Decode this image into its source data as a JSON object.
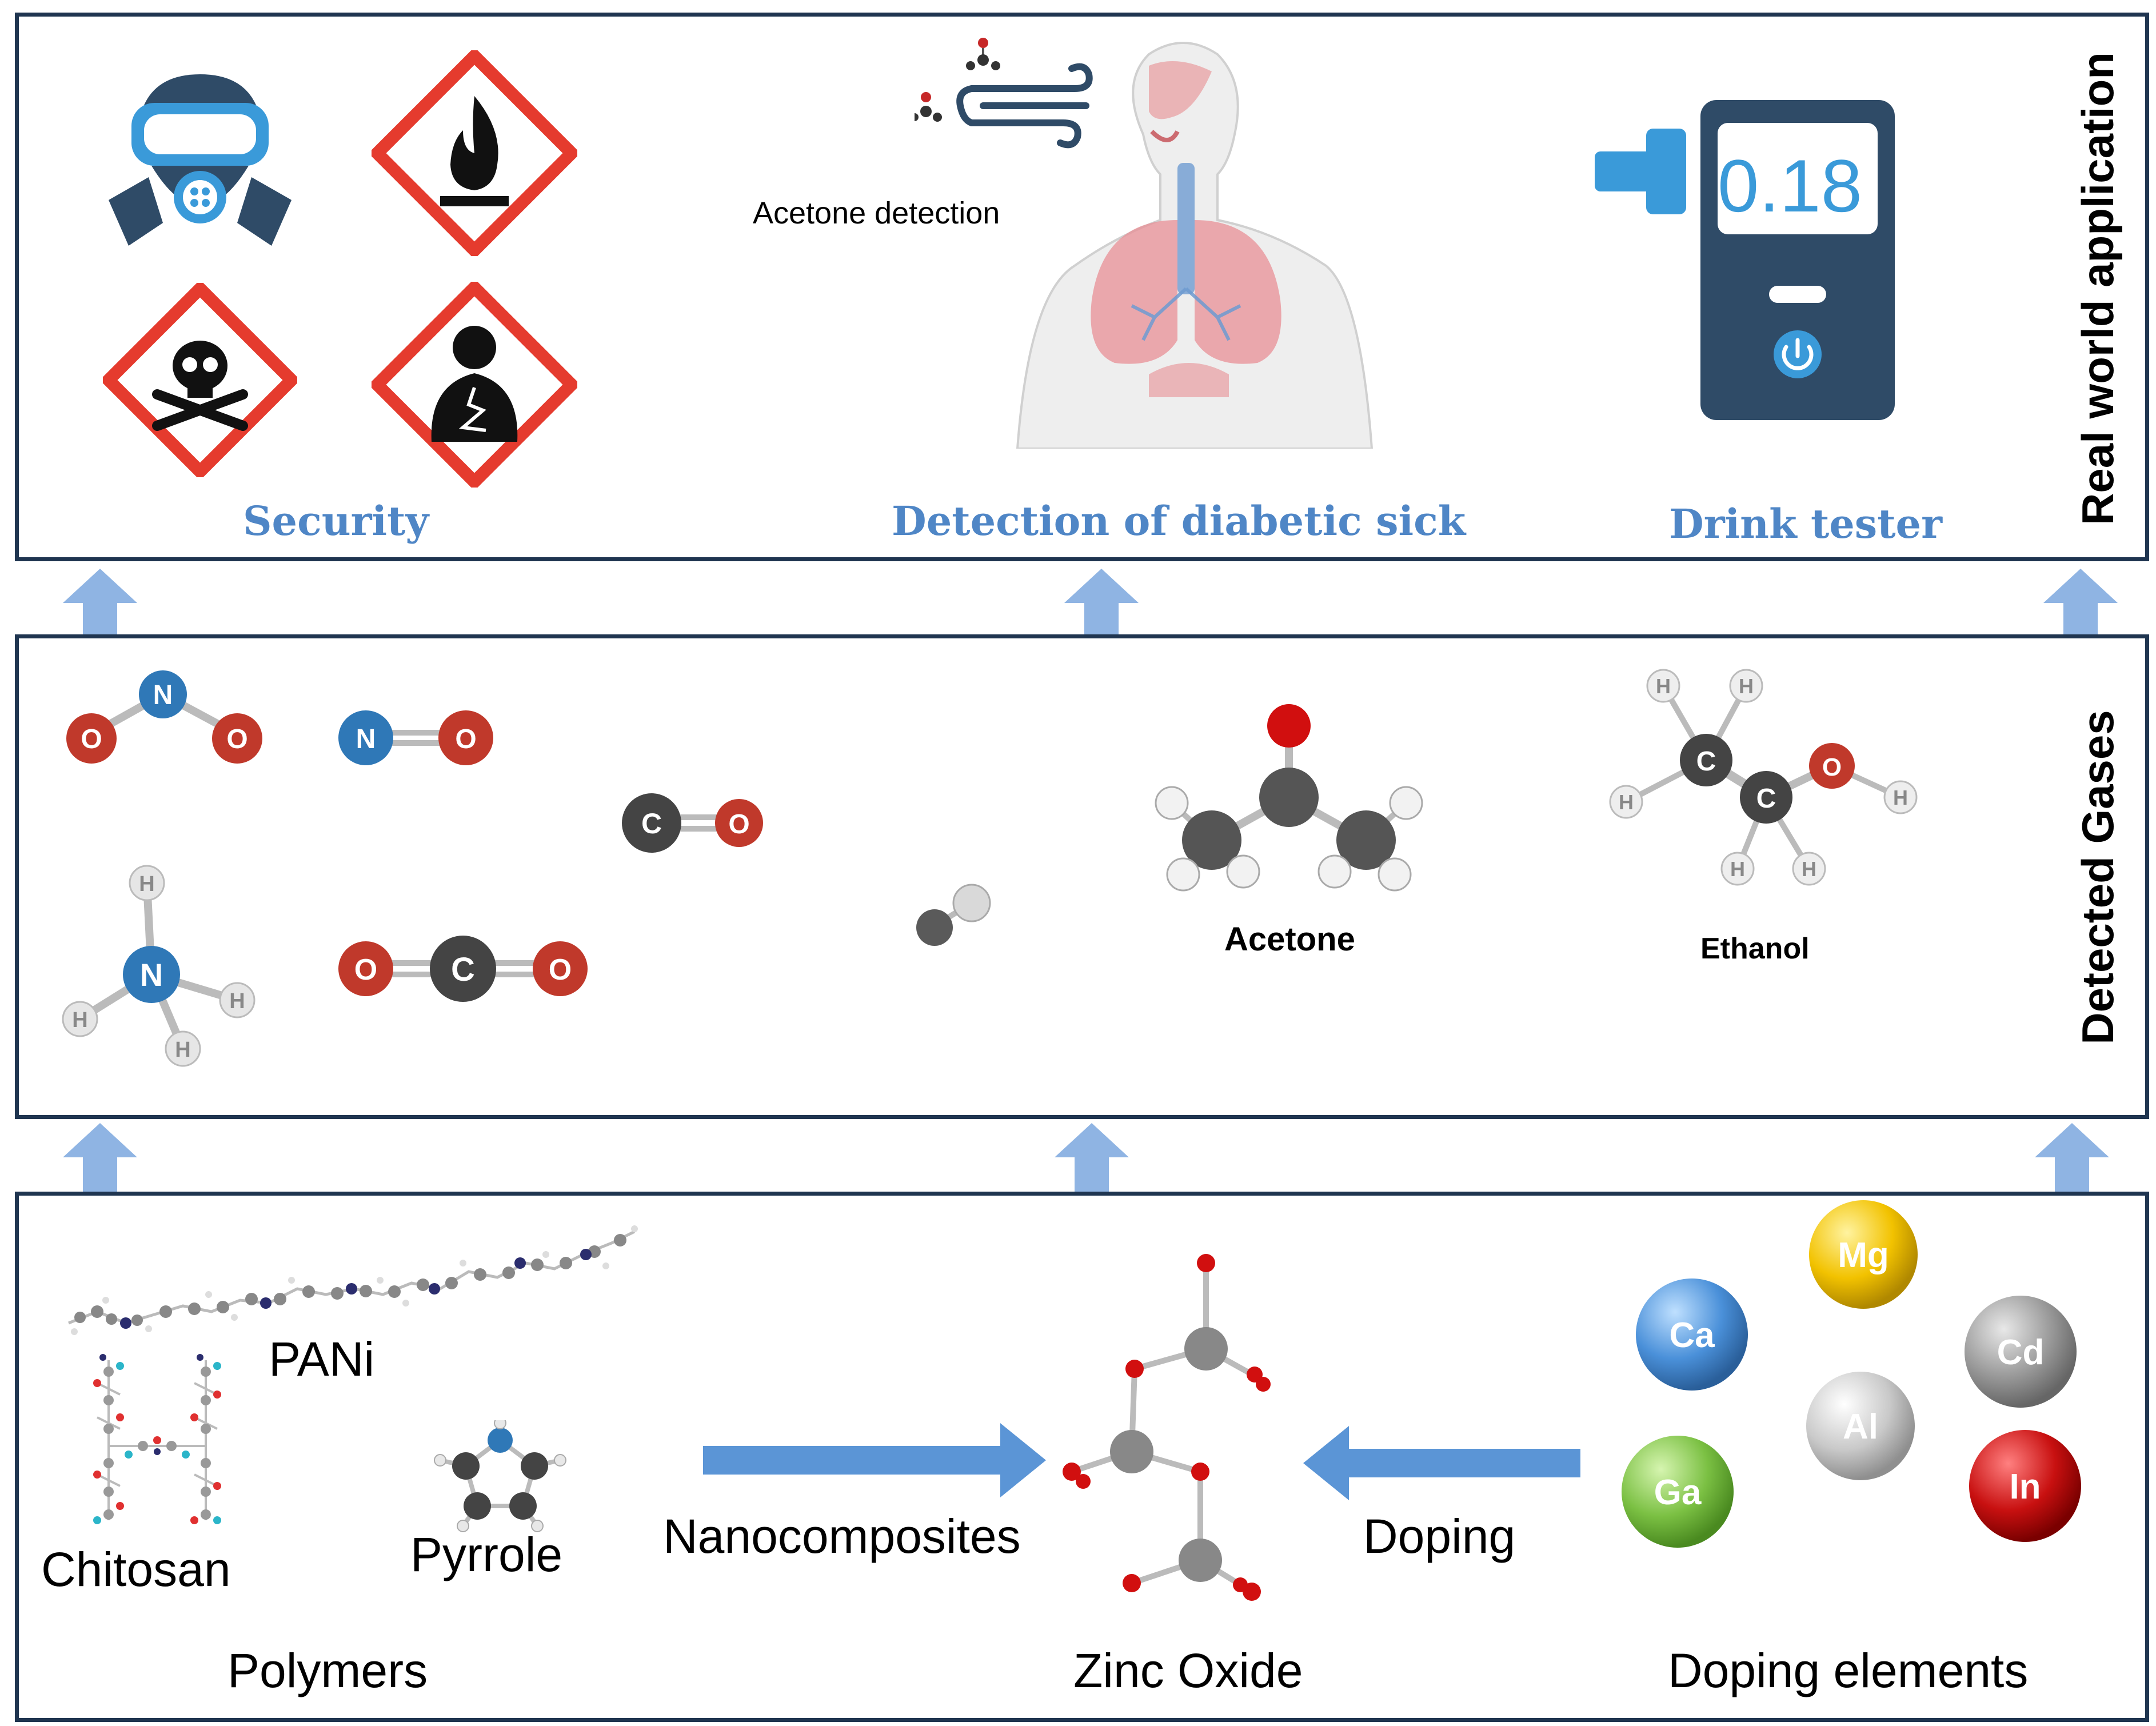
{
  "panels": {
    "top": {
      "side_label": "Real world application",
      "captions": {
        "security": "Security",
        "diabetic": "Detection of diabetic sick",
        "drink": "Drink tester"
      },
      "acetone_detection": "Acetone detection",
      "tester_display": "0.18"
    },
    "middle": {
      "side_label": "Detected Gases",
      "molecules": {
        "no2": {
          "n": "N",
          "o1": "O",
          "o2": "O"
        },
        "no": {
          "n": "N",
          "o": "O"
        },
        "co": {
          "c": "C",
          "o": "O"
        },
        "co2": {
          "o1": "O",
          "c": "C",
          "o2": "O"
        },
        "nh3": {
          "n": "N",
          "h1": "H",
          "h2": "H",
          "h3": "H",
          "h4": "H"
        },
        "ethanol": {
          "c1": "C",
          "c2": "C",
          "o": "O",
          "h1": "H",
          "h2": "H",
          "h3": "H",
          "h4": "H",
          "h5": "H",
          "h6": "H"
        }
      },
      "acetone_label": "Acetone",
      "ethanol_label": "Ethanol"
    },
    "bottom": {
      "pani": "PANi",
      "chitosan": "Chitosan",
      "pyrrole": "Pyrrole",
      "polymers": "Polymers",
      "nanocomposites": "Nanocomposites",
      "zinc_oxide": "Zinc Oxide",
      "doping": "Doping",
      "doping_elements": "Doping elements",
      "elements": [
        {
          "symbol": "Mg",
          "color": "#f2c200"
        },
        {
          "symbol": "Ca",
          "color": "#4a90d9"
        },
        {
          "symbol": "Cd",
          "color": "#9a9a9a"
        },
        {
          "symbol": "Al",
          "color": "#c9c9c9"
        },
        {
          "symbol": "Ga",
          "color": "#7bc043"
        },
        {
          "symbol": "In",
          "color": "#c81010"
        }
      ]
    }
  },
  "colors": {
    "frame": "#1f3550",
    "arrow": "#8fb4e3",
    "caption_blue": "#4f86c6",
    "hazard_red": "#e53b2e",
    "tester_body": "#2f4b67",
    "tester_accent": "#3a9ad9"
  },
  "icons": [
    "gas-mask-icon",
    "flammable-hazard-icon",
    "toxic-hazard-icon",
    "health-hazard-icon",
    "breath-icon",
    "breathalyzer-icon",
    "power-icon"
  ]
}
